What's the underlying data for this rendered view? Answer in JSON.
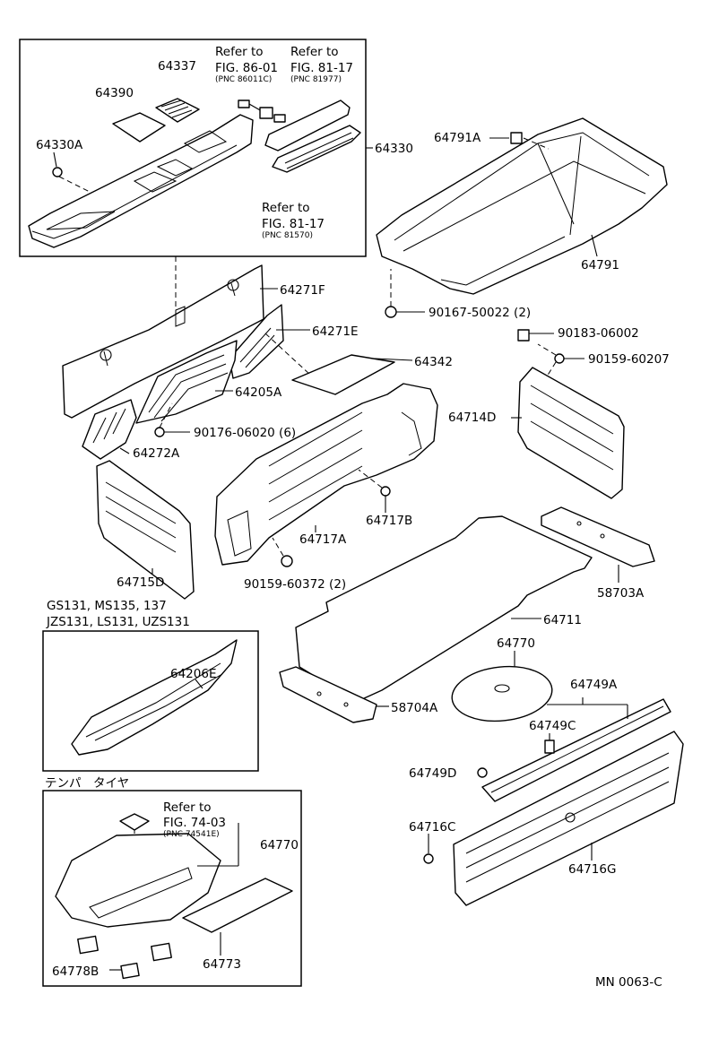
{
  "footer_code": "MN 0063-C",
  "model_note_line1": "GS131, MS135, 137",
  "model_note_line2": "JZS131, LS131, UZS131",
  "spare_tire_heading": "テンパ　タイヤ",
  "refs": {
    "fig8601": {
      "line1": "Refer to",
      "line2": "FIG. 86-01",
      "pnc": "(PNC 86011C)"
    },
    "fig8117a": {
      "line1": "Refer to",
      "line2": "FIG. 81-17",
      "pnc": "(PNC 81977)"
    },
    "fig8117b": {
      "line1": "Refer to",
      "line2": "FIG. 81-17",
      "pnc": "(PNC 81570)"
    },
    "fig7403": {
      "line1": "Refer to",
      "line2": "FIG. 74-03",
      "pnc": "(PNC 74541E)"
    }
  },
  "parts": {
    "p64337": "64337",
    "p64390": "64390",
    "p64330A": "64330A",
    "p64330": "64330",
    "p64791A": "64791A",
    "p64791": "64791",
    "p90167": "90167-50022 (2)",
    "p64271F": "64271F",
    "p64271E": "64271E",
    "p64342": "64342",
    "p64205A": "64205A",
    "p90176": "90176-06020 (6)",
    "p64272A": "64272A",
    "p90183": "90183-06002",
    "p90159a": "90159-60207",
    "p64714D": "64714D",
    "p64717B": "64717B",
    "p64717A": "64717A",
    "p64715D": "64715D",
    "p90159b": "90159-60372 (2)",
    "p58703A": "58703A",
    "p64711": "64711",
    "p64206E": "64206E",
    "p64770a": "64770",
    "p64749A": "64749A",
    "p58704A": "58704A",
    "p64749C": "64749C",
    "p64749D": "64749D",
    "p64716C": "64716C",
    "p64716G": "64716G",
    "p64770b": "64770",
    "p64773": "64773",
    "p64778B": "64778B"
  }
}
